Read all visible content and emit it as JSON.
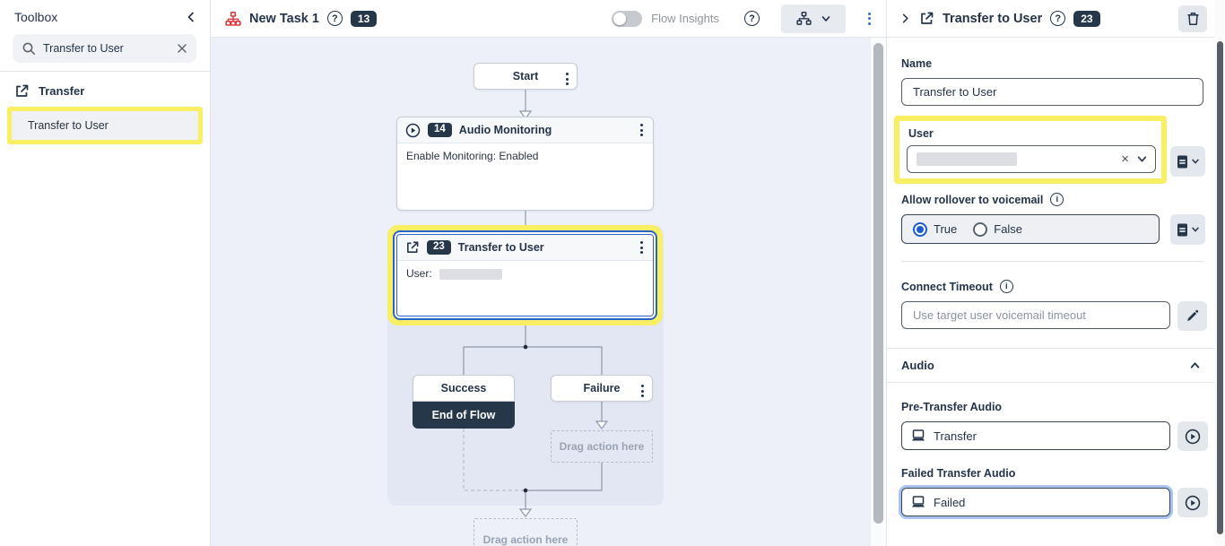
{
  "colors": {
    "accent_blue": "#2f6bd8",
    "badge_navy": "#26374a",
    "highlight_yellow": "#f8ef62",
    "danger_red": "#d93a3e",
    "selection_blue": "#2b62c9"
  },
  "toolbox": {
    "title": "Toolbox",
    "search_value": "Transfer to User",
    "category": "Transfer",
    "item": "Transfer to User"
  },
  "topbar": {
    "task_title": "New Task 1",
    "task_badge": "13",
    "flow_insights_label": "Flow Insights"
  },
  "canvas": {
    "start_label": "Start",
    "audio_badge": "14",
    "audio_title": "Audio Monitoring",
    "audio_body": "Enable Monitoring: Enabled",
    "transfer_badge": "23",
    "transfer_title": "Transfer to User",
    "transfer_body_label": "User:",
    "success_label": "Success",
    "end_of_flow_label": "End of Flow",
    "failure_label": "Failure",
    "drop_label": "Drag action here"
  },
  "panel": {
    "title": "Transfer to User",
    "badge": "23",
    "name_label": "Name",
    "name_value": "Transfer to User",
    "user_label": "User",
    "rollover_label": "Allow rollover to voicemail",
    "option_true": "True",
    "option_false": "False",
    "connect_label": "Connect Timeout",
    "connect_placeholder": "Use target user voicemail timeout",
    "audio_section_title": "Audio",
    "pre_label": "Pre-Transfer Audio",
    "pre_value": "Transfer",
    "failed_label": "Failed Transfer Audio",
    "failed_value": "Failed"
  }
}
